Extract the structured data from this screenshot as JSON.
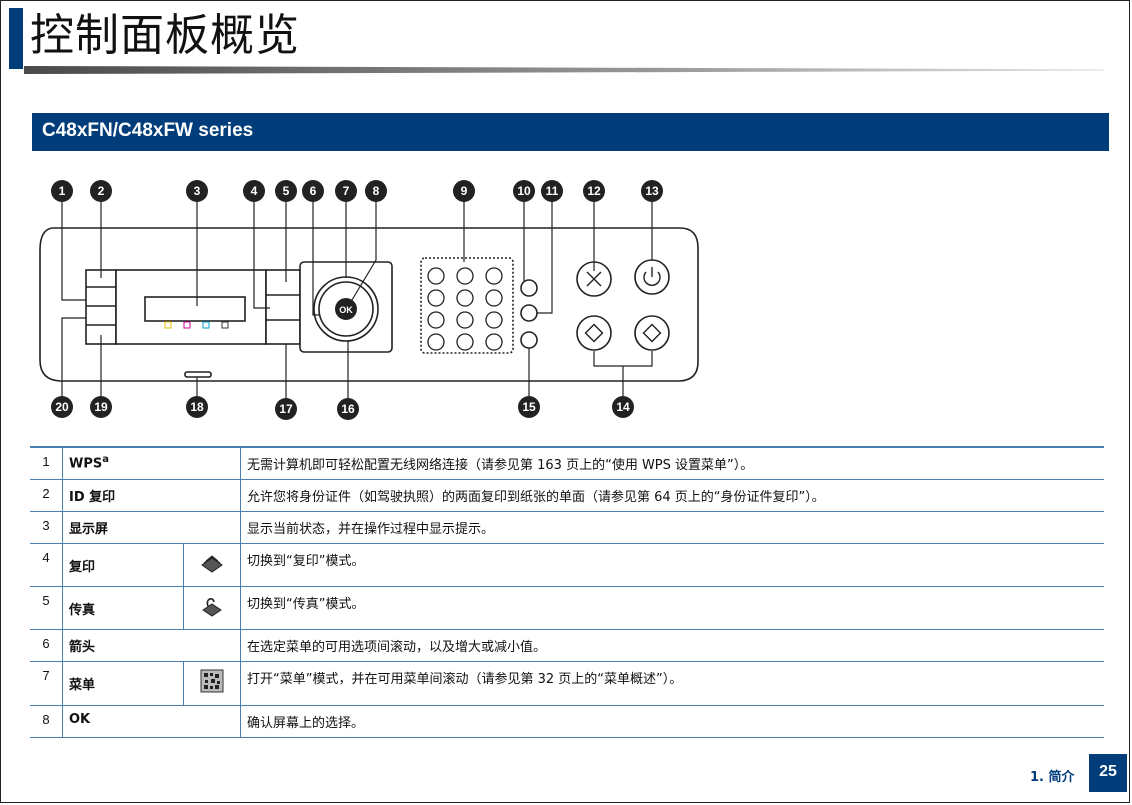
{
  "page": {
    "title": "控制面板概览",
    "section_title": "C48xFN/C48xFW series",
    "footer_chapter": "1. 简介",
    "page_number": "25"
  },
  "diagram": {
    "callouts": [
      "1",
      "2",
      "3",
      "4",
      "5",
      "6",
      "7",
      "8",
      "9",
      "10",
      "11",
      "12",
      "13",
      "14",
      "15",
      "16",
      "17",
      "18",
      "19",
      "20"
    ],
    "ok_label": "OK"
  },
  "rows": [
    {
      "num": "1",
      "name": "WPS",
      "sup": "a",
      "desc": "无需计算机即可轻松配置无线网络连接（请参见第 163 页上的“使用 WPS 设置菜单”）。"
    },
    {
      "num": "2",
      "name": "ID 复印",
      "desc": "允许您将身份证件（如驾驶执照）的两面复印到纸张的单面（请参见第 64 页上的“身份证件复印”）。"
    },
    {
      "num": "3",
      "name": "显示屏",
      "desc": "显示当前状态，并在操作过程中显示提示。"
    },
    {
      "num": "4",
      "name": "复印",
      "icon": "copy-icon",
      "desc": "切换到“复印”模式。"
    },
    {
      "num": "5",
      "name": "传真",
      "icon": "fax-icon",
      "desc": "切换到“传真”模式。"
    },
    {
      "num": "6",
      "name": "箭头",
      "desc": "在选定菜单的可用选项间滚动，以及增大或减小值。"
    },
    {
      "num": "7",
      "name": "菜单",
      "icon": "menu-icon",
      "desc": "打开“菜单”模式，并在可用菜单间滚动（请参见第 32 页上的“菜单概述”）。"
    },
    {
      "num": "8",
      "name": "OK",
      "desc": "确认屏幕上的选择。"
    }
  ]
}
